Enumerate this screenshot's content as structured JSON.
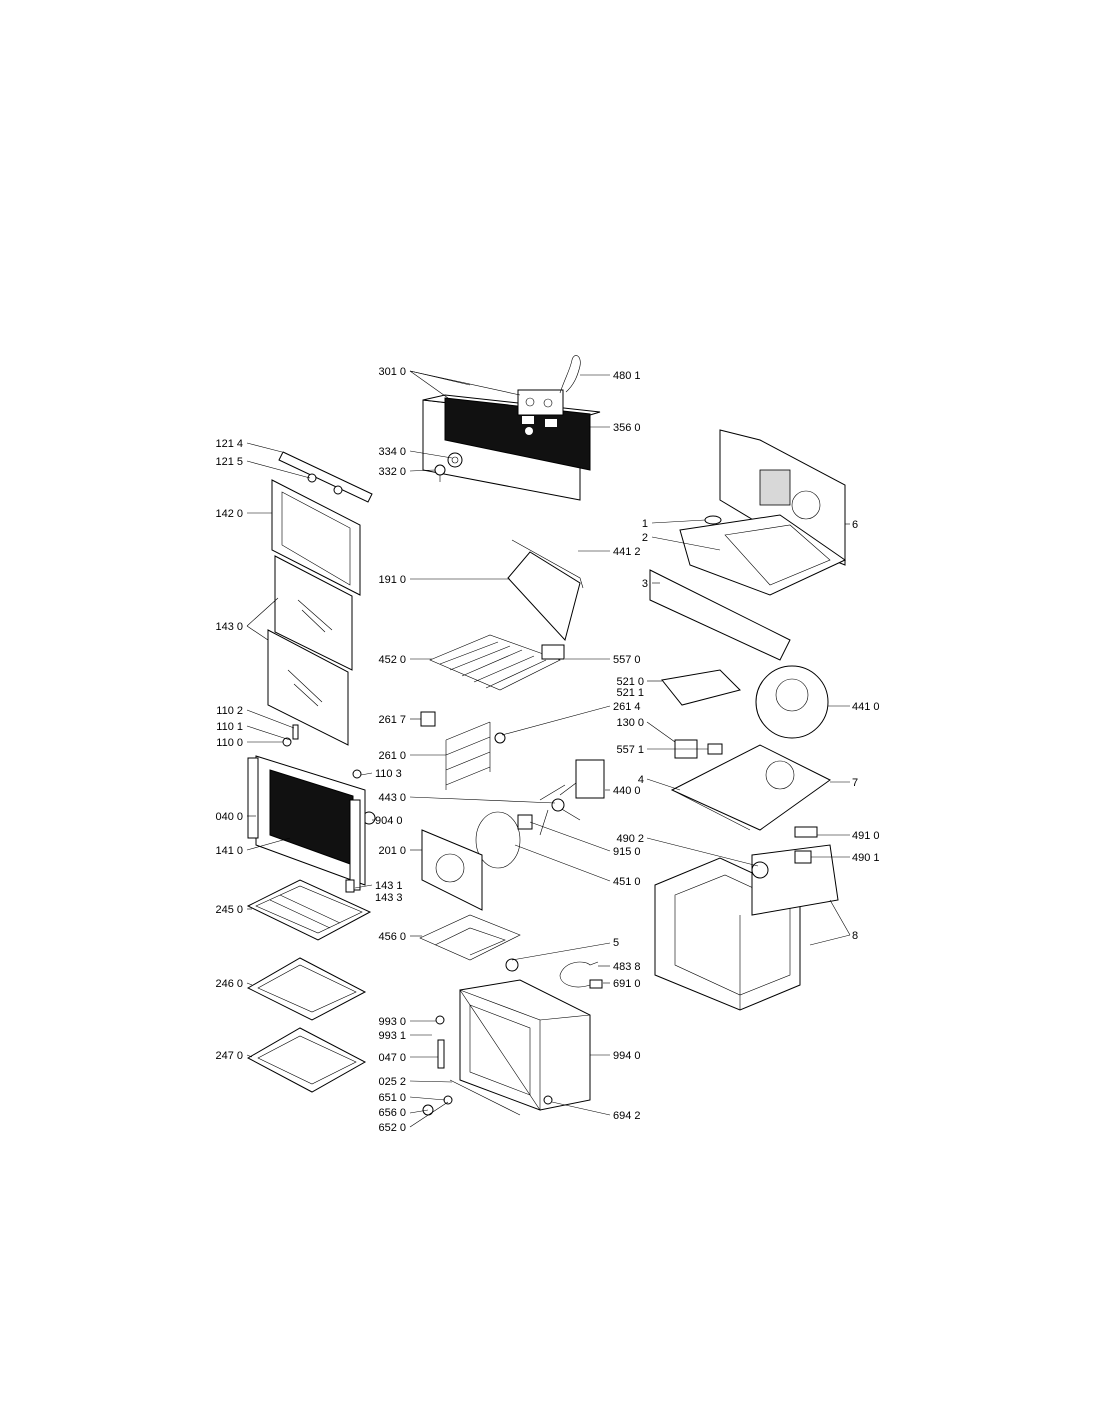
{
  "labels": {
    "301_0": "301 0",
    "480_1": "480 1",
    "356_0": "356 0",
    "334_0": "334 0",
    "332_0": "332 0",
    "121_4": "121 4",
    "121_5": "121 5",
    "142_0": "142 0",
    "143_0": "143 0",
    "110_2": "110 2",
    "110_1": "110 1",
    "110_0": "110 0",
    "110_3": "110 3",
    "040_0": "040 0",
    "904_0": "904 0",
    "141_0": "141 0",
    "143_1": "143 1",
    "143_3": "143 3",
    "245_0": "245 0",
    "246_0": "246 0",
    "247_0": "247 0",
    "441_2": "441 2",
    "191_0": "191 0",
    "452_0": "452 0",
    "557_0": "557 0",
    "261_7": "261 7",
    "261_4": "261 4",
    "261_0": "261 0",
    "443_0": "443 0",
    "440_0": "440 0",
    "201_0": "201 0",
    "915_0": "915 0",
    "451_0": "451 0",
    "456_0": "456 0",
    "5": "5",
    "483_8": "483 8",
    "691_0": "691 0",
    "993_0": "993 0",
    "993_1": "993 1",
    "047_0": "047 0",
    "994_0": "994 0",
    "025_2": "025 2",
    "651_0": "651 0",
    "656_0": "656 0",
    "652_0": "652 0",
    "694_2": "694 2",
    "1": "1",
    "2": "2",
    "3": "3",
    "6": "6",
    "521_0": "521 0",
    "521_1": "521 1",
    "130_0": "130 0",
    "441_0": "441 0",
    "557_1": "557 1",
    "4": "4",
    "7": "7",
    "490_2": "490 2",
    "491_0": "491 0",
    "490_1": "490 1",
    "8": "8"
  }
}
